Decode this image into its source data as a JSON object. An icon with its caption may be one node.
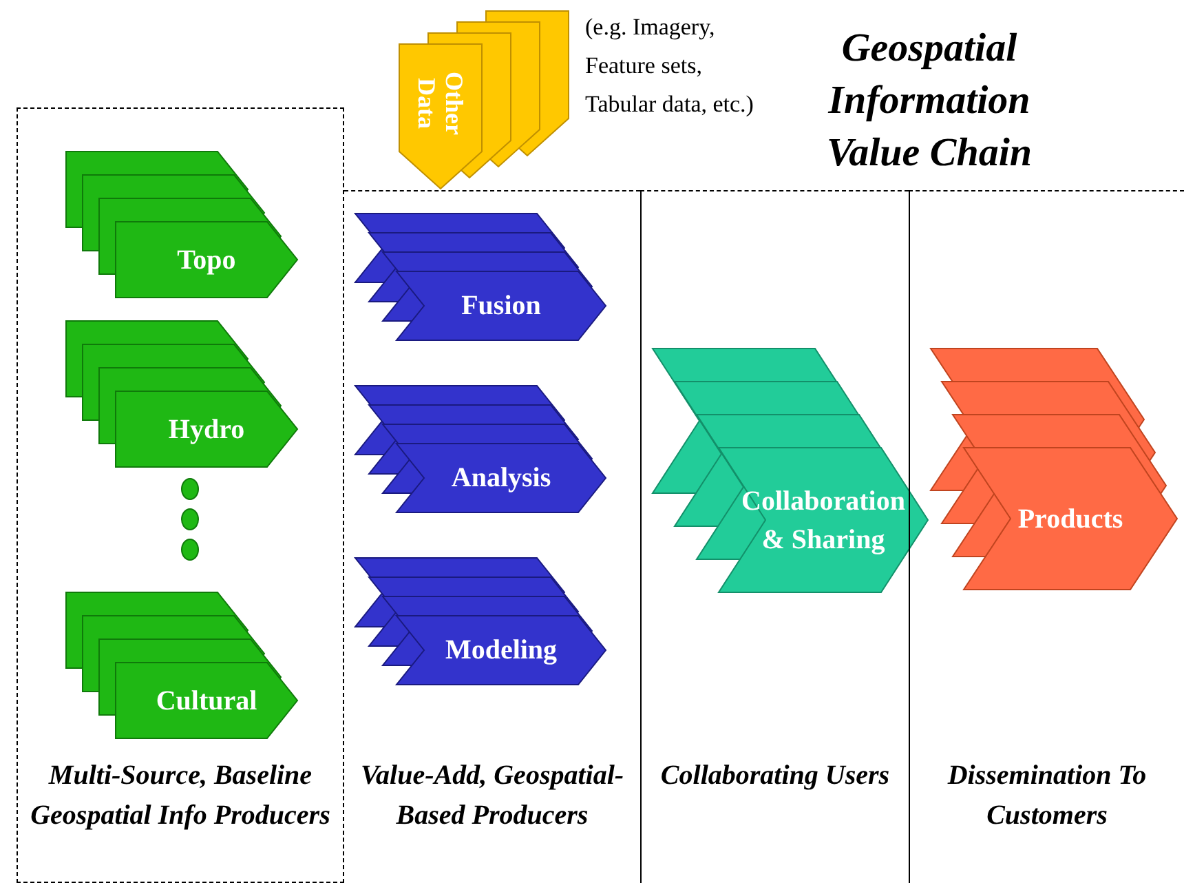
{
  "diagram": {
    "title": "Geospatial Information Value Chain",
    "nodes": [
      {
        "text": [
          "Multi-Source, Baseline Geospatial Info Producers"
        ]
      },
      {
        "text": [
          "Topo"
        ],
        "in": 0
      },
      {
        "text": [
          "Hydro"
        ],
        "in": 0
      },
      {
        "text": [
          "Cultural"
        ],
        "in": 0
      },
      {
        "text": [
          "Value-Add, Geospatial-Based Producers"
        ]
      },
      {
        "text": [
          "Fusion"
        ],
        "in": 4
      },
      {
        "text": [
          "Analysis"
        ],
        "in": 4
      },
      {
        "text": [
          "Modeling"
        ],
        "in": 4
      },
      {
        "text": [
          "Collaborating Users"
        ]
      },
      {
        "text": [
          "Collaboration & Sharing"
        ],
        "in": 8
      },
      {
        "text": [
          "Dissemination To Customers"
        ]
      },
      {
        "text": [
          "Products"
        ],
        "in": 10
      },
      {
        "text": [
          "Other Data"
        ],
        "beside": [
          "(e.g. Imagery, Feature sets, Tabular data, etc.)"
        ]
      }
    ]
  }
}
